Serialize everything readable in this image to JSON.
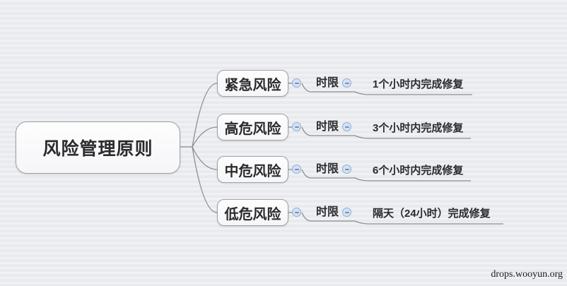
{
  "diagram": {
    "root_label": "风险管理原则",
    "branches": [
      {
        "label": "紧急风险",
        "attr": "时限",
        "leaf": "1个小时内完成修复"
      },
      {
        "label": "高危风险",
        "attr": "时限",
        "leaf": "3个小时内完成修复"
      },
      {
        "label": "中危风险",
        "attr": "时限",
        "leaf": "6个小时内完成修复"
      },
      {
        "label": "低危风险",
        "attr": "时限",
        "leaf": "隔天（24小时）完成修复"
      }
    ],
    "watermark": "drops.wooyun.org",
    "colors": {
      "background": "#edeff2",
      "node_fill": "#fbfbfc",
      "node_border": "#a0a0a6",
      "connector": "#8d8e92",
      "collapse_fill": "#d3e1f4",
      "collapse_border": "#93aed0",
      "text": "#2b2b2d"
    }
  }
}
